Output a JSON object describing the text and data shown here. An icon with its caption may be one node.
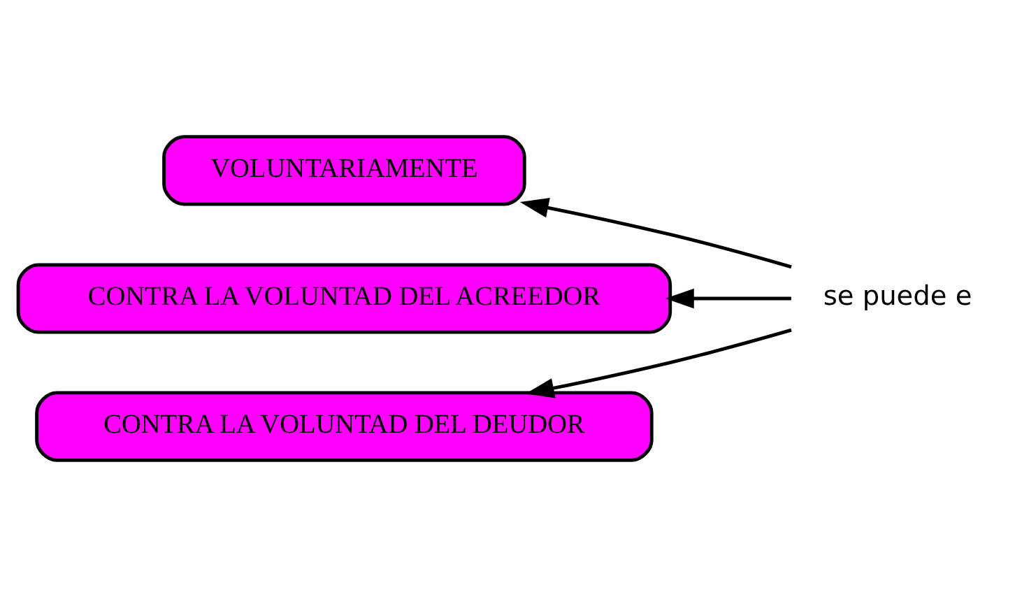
{
  "diagram": {
    "nodes": [
      {
        "text": [
          "VOLUNTARIAMENTE"
        ]
      },
      {
        "text": [
          "CONTRA LA VOLUNTAD DEL ACREEDOR"
        ]
      },
      {
        "text": [
          "se puede e"
        ]
      },
      {
        "text": [
          "CONTRA LA VOLUNTAD DEL DEUDOR"
        ]
      }
    ],
    "edges": [
      {
        "from": 2,
        "to": 0,
        "arrow": "to"
      },
      {
        "from": 2,
        "to": 1,
        "arrow": "to"
      },
      {
        "from": 2,
        "to": 3,
        "arrow": "to"
      }
    ]
  }
}
